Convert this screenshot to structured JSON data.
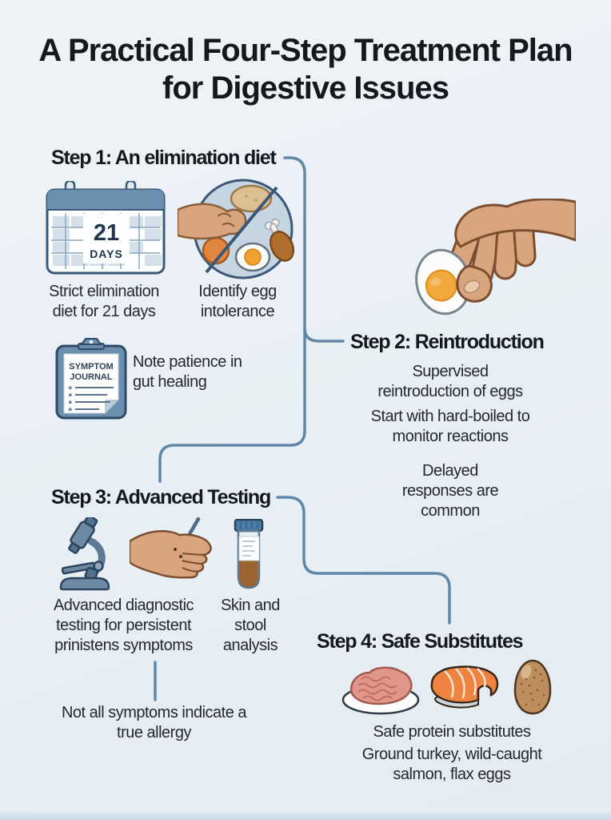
{
  "title": "A Practical Four-Step Treatment Plan for Digestive Issues",
  "calendar": {
    "number": "21",
    "unit": "DAYS"
  },
  "journal": {
    "title_line1": "SYMPTOM",
    "title_line2": "JOURNAL"
  },
  "steps": {
    "step1": {
      "heading": "Step 1: An elimination diet",
      "caption_calendar": "Strict elimination diet for 21 days",
      "caption_plate": "Identify egg intolerance",
      "caption_journal": "Note patience in gut healing",
      "icons": [
        "calendar-21-days-icon",
        "forbidden-foods-plate-icon",
        "symptom-journal-icon"
      ]
    },
    "step2": {
      "heading": "Step 2: Reintroduction",
      "note1": "Supervised reintroduction of eggs",
      "note2": "Start with hard-boiled to monitor reactions",
      "note3": "Delayed responses are common",
      "icons": [
        "hand-holding-egg-icon"
      ]
    },
    "step3": {
      "heading": "Step 3: Advanced Testing",
      "caption_testing": "Advanced diagnostic testing for persistent prinistens symptoms",
      "caption_analysis": "Skin and stool analysis",
      "footnote": "Not all symptoms indicate a true allergy",
      "icons": [
        "microscope-icon",
        "skin-prick-hand-icon",
        "stool-sample-tube-icon"
      ]
    },
    "step4": {
      "heading": "Step 4: Safe Substitutes",
      "note1": "Safe protein substitutes",
      "note2": "Ground turkey, wild-caught salmon, flax eggs",
      "icons": [
        "ground-turkey-plate-icon",
        "salmon-steak-icon",
        "flax-egg-icon"
      ]
    }
  },
  "colors": {
    "background": "#e9eff4",
    "connector": "#6288a8",
    "heading_text": "#15181c",
    "body_text": "#26282d",
    "illustration_blue": "#6b8fae",
    "illustration_outline": "#3a5878",
    "skin_tone": "#d9a57f",
    "egg_yolk": "#f2a93b"
  }
}
